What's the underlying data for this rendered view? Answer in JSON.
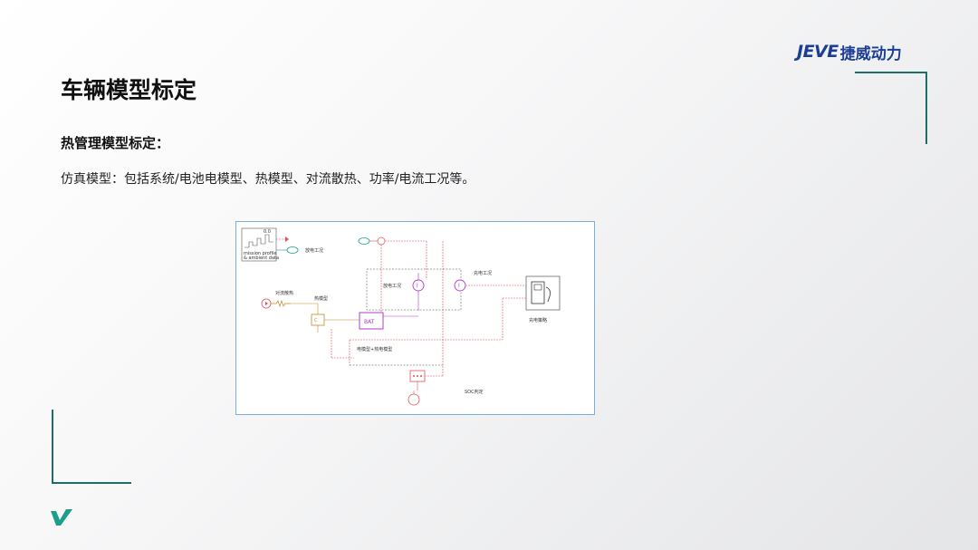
{
  "header": {
    "logo_latin": "JEVE",
    "logo_cn": "捷威动力"
  },
  "slide": {
    "title": "车辆模型标定",
    "subtitle": "热管理模型标定：",
    "description": "仿真模型：包括系统/电池电模型、热模型、对流散热、功率/电流工况等。"
  },
  "diagram": {
    "labels": {
      "mission_line1": "mission profile",
      "mission_line2": "& ambient data",
      "drive_cycle": "放电工况",
      "convection": "对流散热",
      "thermal_model": "热模型",
      "battery": "BAT",
      "discharge_cycle": "放电工况",
      "charge_cycle": "充电工况",
      "charger": "充电策略",
      "electro_thermal": "电模型+热电模型",
      "soc": "SOC判定",
      "current_symbol": "I",
      "mission_icon_text": "0.0"
    },
    "colors": {
      "signal_red": "#e0505a",
      "block_magenta": "#b03cc8",
      "wire_dark": "#444444",
      "teal": "#1e9e8a"
    }
  }
}
